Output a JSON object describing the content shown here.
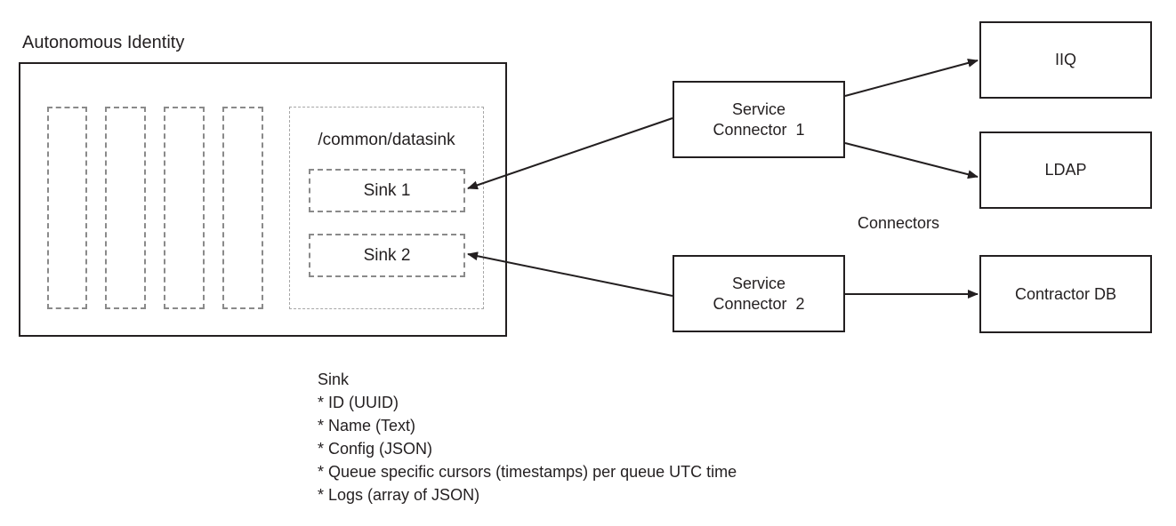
{
  "diagram": {
    "title": "Autonomous Identity",
    "datasink_path": "/common/datasink",
    "sinks": [
      {
        "label": "Sink 1"
      },
      {
        "label": "Sink 2"
      }
    ],
    "service_connectors": [
      {
        "line1": "Service",
        "line2": "Connector  1"
      },
      {
        "line1": "Service",
        "line2": "Connector  2"
      }
    ],
    "targets": [
      {
        "label": "IIQ"
      },
      {
        "label": "LDAP"
      },
      {
        "label": "Contractor DB"
      }
    ],
    "connectors_label": "Connectors",
    "sink_schema": {
      "heading": "Sink",
      "fields": [
        "* ID (UUID)",
        "* Name (Text)",
        "* Config (JSON)",
        "* Queue specific cursors (timestamps) per queue UTC time",
        "* Logs (array of JSON)"
      ]
    },
    "colors": {
      "line": "#231f20",
      "dash": "#8a8a8a",
      "light_dash": "#a7a7a7",
      "background": "#ffffff"
    }
  }
}
